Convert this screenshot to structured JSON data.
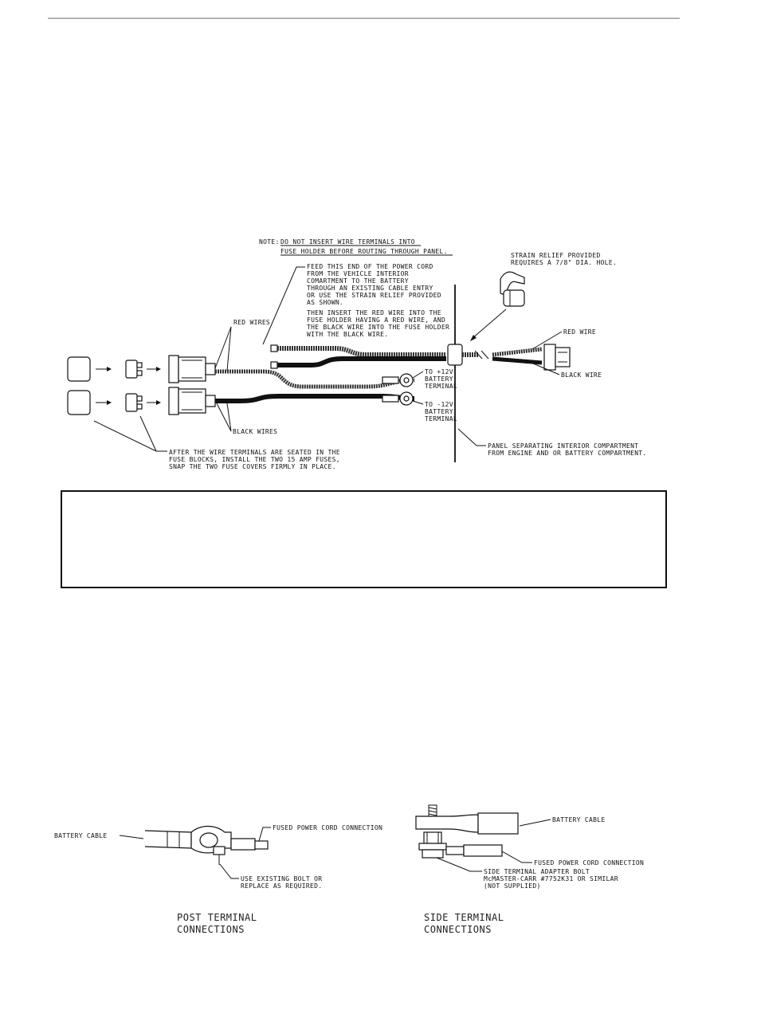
{
  "harness": {
    "note_prefix": "NOTE:",
    "note_line1": "DO NOT INSERT WIRE TERMINALS INTO",
    "note_line2": "FUSE HOLDER BEFORE ROUTING THROUGH PANEL.",
    "feed_lines": [
      "FEED THIS END OF THE POWER CORD",
      "FROM THE VEHICLE INTERIOR",
      "COMARTMENT TO THE BATTERY",
      "THROUGH AN EXISTING CABLE ENTRY",
      "OR USE THE STRAIN RELIEF PROVIDED",
      "AS SHOWN."
    ],
    "insert_lines": [
      "THEN INSERT THE RED WIRE INTO THE",
      "FUSE HOLDER HAVING A RED WIRE, AND",
      "THE BLACK WIRE INTO THE FUSE HOLDER",
      "WITH THE BLACK WIRE."
    ],
    "strain_lines": [
      "STRAIN RELIEF PROVIDED",
      "REQUIRES A 7/8\" DIA. HOLE."
    ],
    "red_wires": "RED WIRES",
    "black_wires": "BLACK WIRES",
    "red_wire": "RED WIRE",
    "black_wire": "BLACK WIRE",
    "pos_terminal": [
      "TO +12V",
      "BATTERY",
      "TERMINAL"
    ],
    "neg_terminal": [
      "TO -12V",
      "BATTERY",
      "TERMINAL"
    ],
    "panel_lines": [
      "PANEL SEPARATING INTERIOR COMPARTMENT",
      "FROM ENGINE AND OR BATTERY COMPARTMENT."
    ],
    "after_lines": [
      "AFTER THE WIRE TERMINALS ARE SEATED IN THE",
      "FUSE BLOCKS, INSTALL THE TWO 15 AMP FUSES,",
      "SNAP THE TWO FUSE COVERS FIRMLY IN PLACE."
    ]
  },
  "post_terminal": {
    "battery_cable": "BATTERY CABLE",
    "fused_connection": "FUSED POWER CORD CONNECTION",
    "bolt_lines": [
      "USE EXISTING BOLT OR",
      "REPLACE AS REQUIRED."
    ],
    "caption": [
      "POST TERMINAL",
      "CONNECTIONS"
    ]
  },
  "side_terminal": {
    "battery_cable": "BATTERY CABLE",
    "fused_connection": "FUSED POWER CORD CONNECTION",
    "bolt_lines": [
      "SIDE TERMINAL ADAPTER BOLT",
      "McMASTER-CARR #7752K31 OR SIMILAR",
      "(NOT SUPPLIED)"
    ],
    "caption": [
      "SIDE TERMINAL",
      "CONNECTIONS"
    ]
  }
}
